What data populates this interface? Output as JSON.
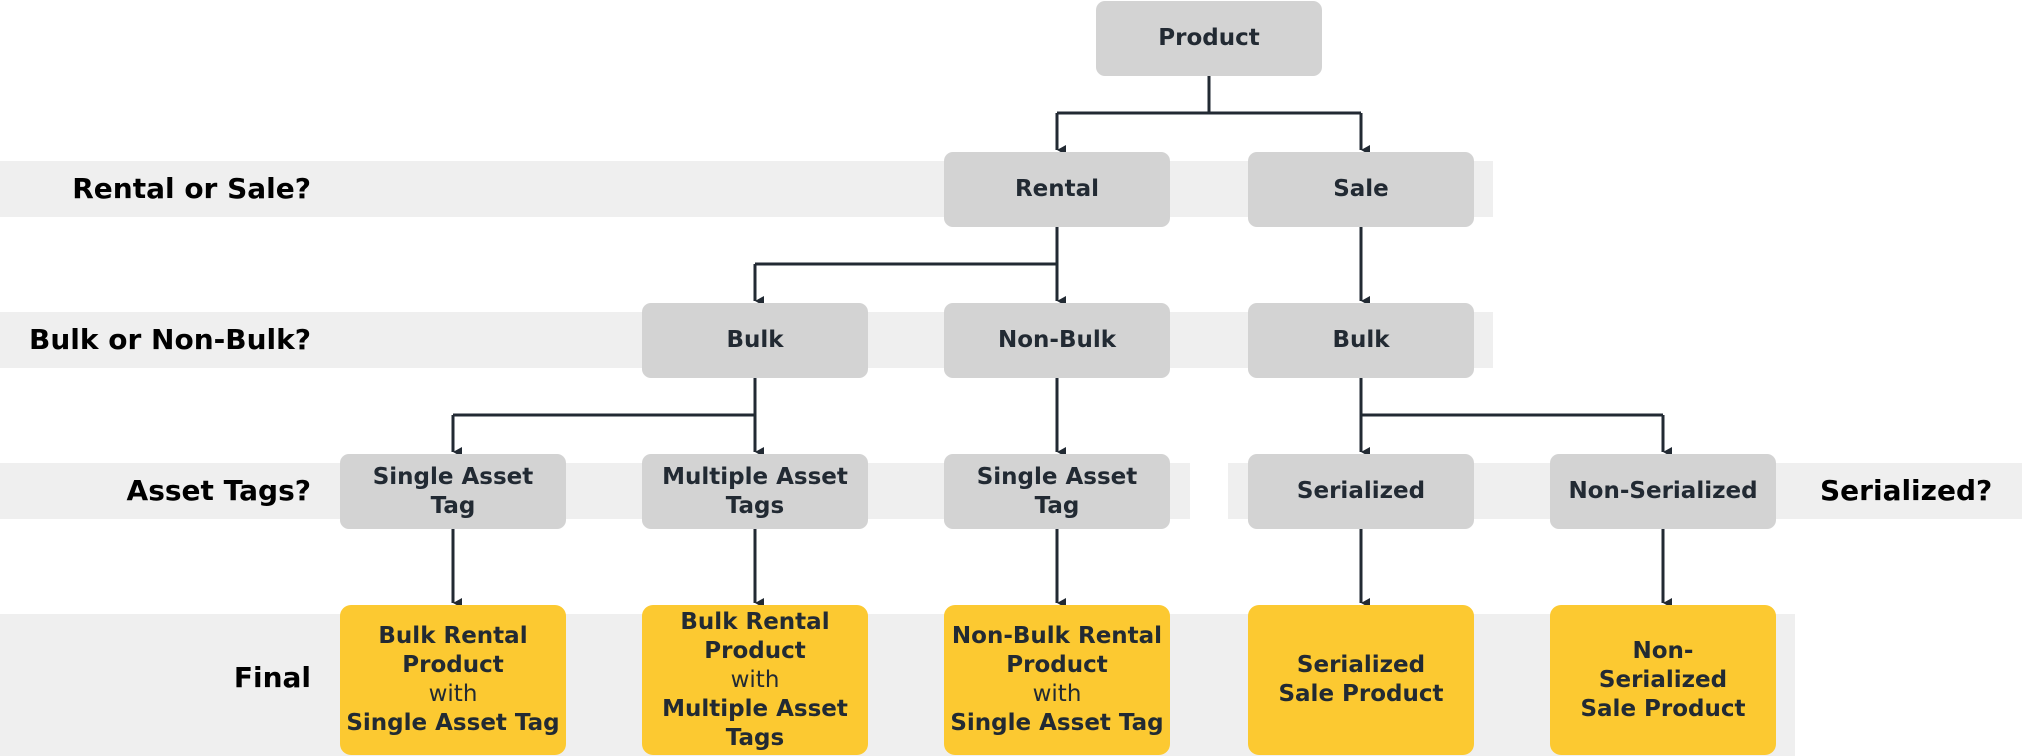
{
  "rows": {
    "rental_or_sale": "Rental or Sale?",
    "bulk_or_non_bulk": "Bulk or Non-Bulk?",
    "asset_tags": "Asset Tags?",
    "serialized": "Serialized?",
    "final": "Final"
  },
  "nodes": {
    "product": "Product",
    "rental": "Rental",
    "sale": "Sale",
    "rental_bulk": "Bulk",
    "rental_non_bulk": "Non-Bulk",
    "sale_bulk": "Bulk",
    "single_asset_tag_1": "Single Asset Tag",
    "multiple_asset_tags": "Multiple Asset Tags",
    "single_asset_tag_2": "Single Asset Tag",
    "serialized": "Serialized",
    "non_serialized": "Non-Serialized"
  },
  "finals": {
    "bulk_single": {
      "line1": "Bulk Rental Product",
      "line2": "with",
      "line3": "Single Asset Tag"
    },
    "bulk_multiple": {
      "line1": "Bulk Rental Product",
      "line2": "with",
      "line3": "Multiple Asset Tags"
    },
    "non_bulk_single": {
      "line1": "Non-Bulk Rental Product",
      "line2": "with",
      "line3": "Single Asset Tag"
    },
    "serialized_sale": {
      "line1": "Serialized Sale Product"
    },
    "non_serialized_sale": {
      "line1": "Non-Serialized Sale Product"
    }
  },
  "colors": {
    "band": "#efefef",
    "node": "#d3d3d3",
    "final": "#fcc931",
    "connector": "#222a33"
  }
}
